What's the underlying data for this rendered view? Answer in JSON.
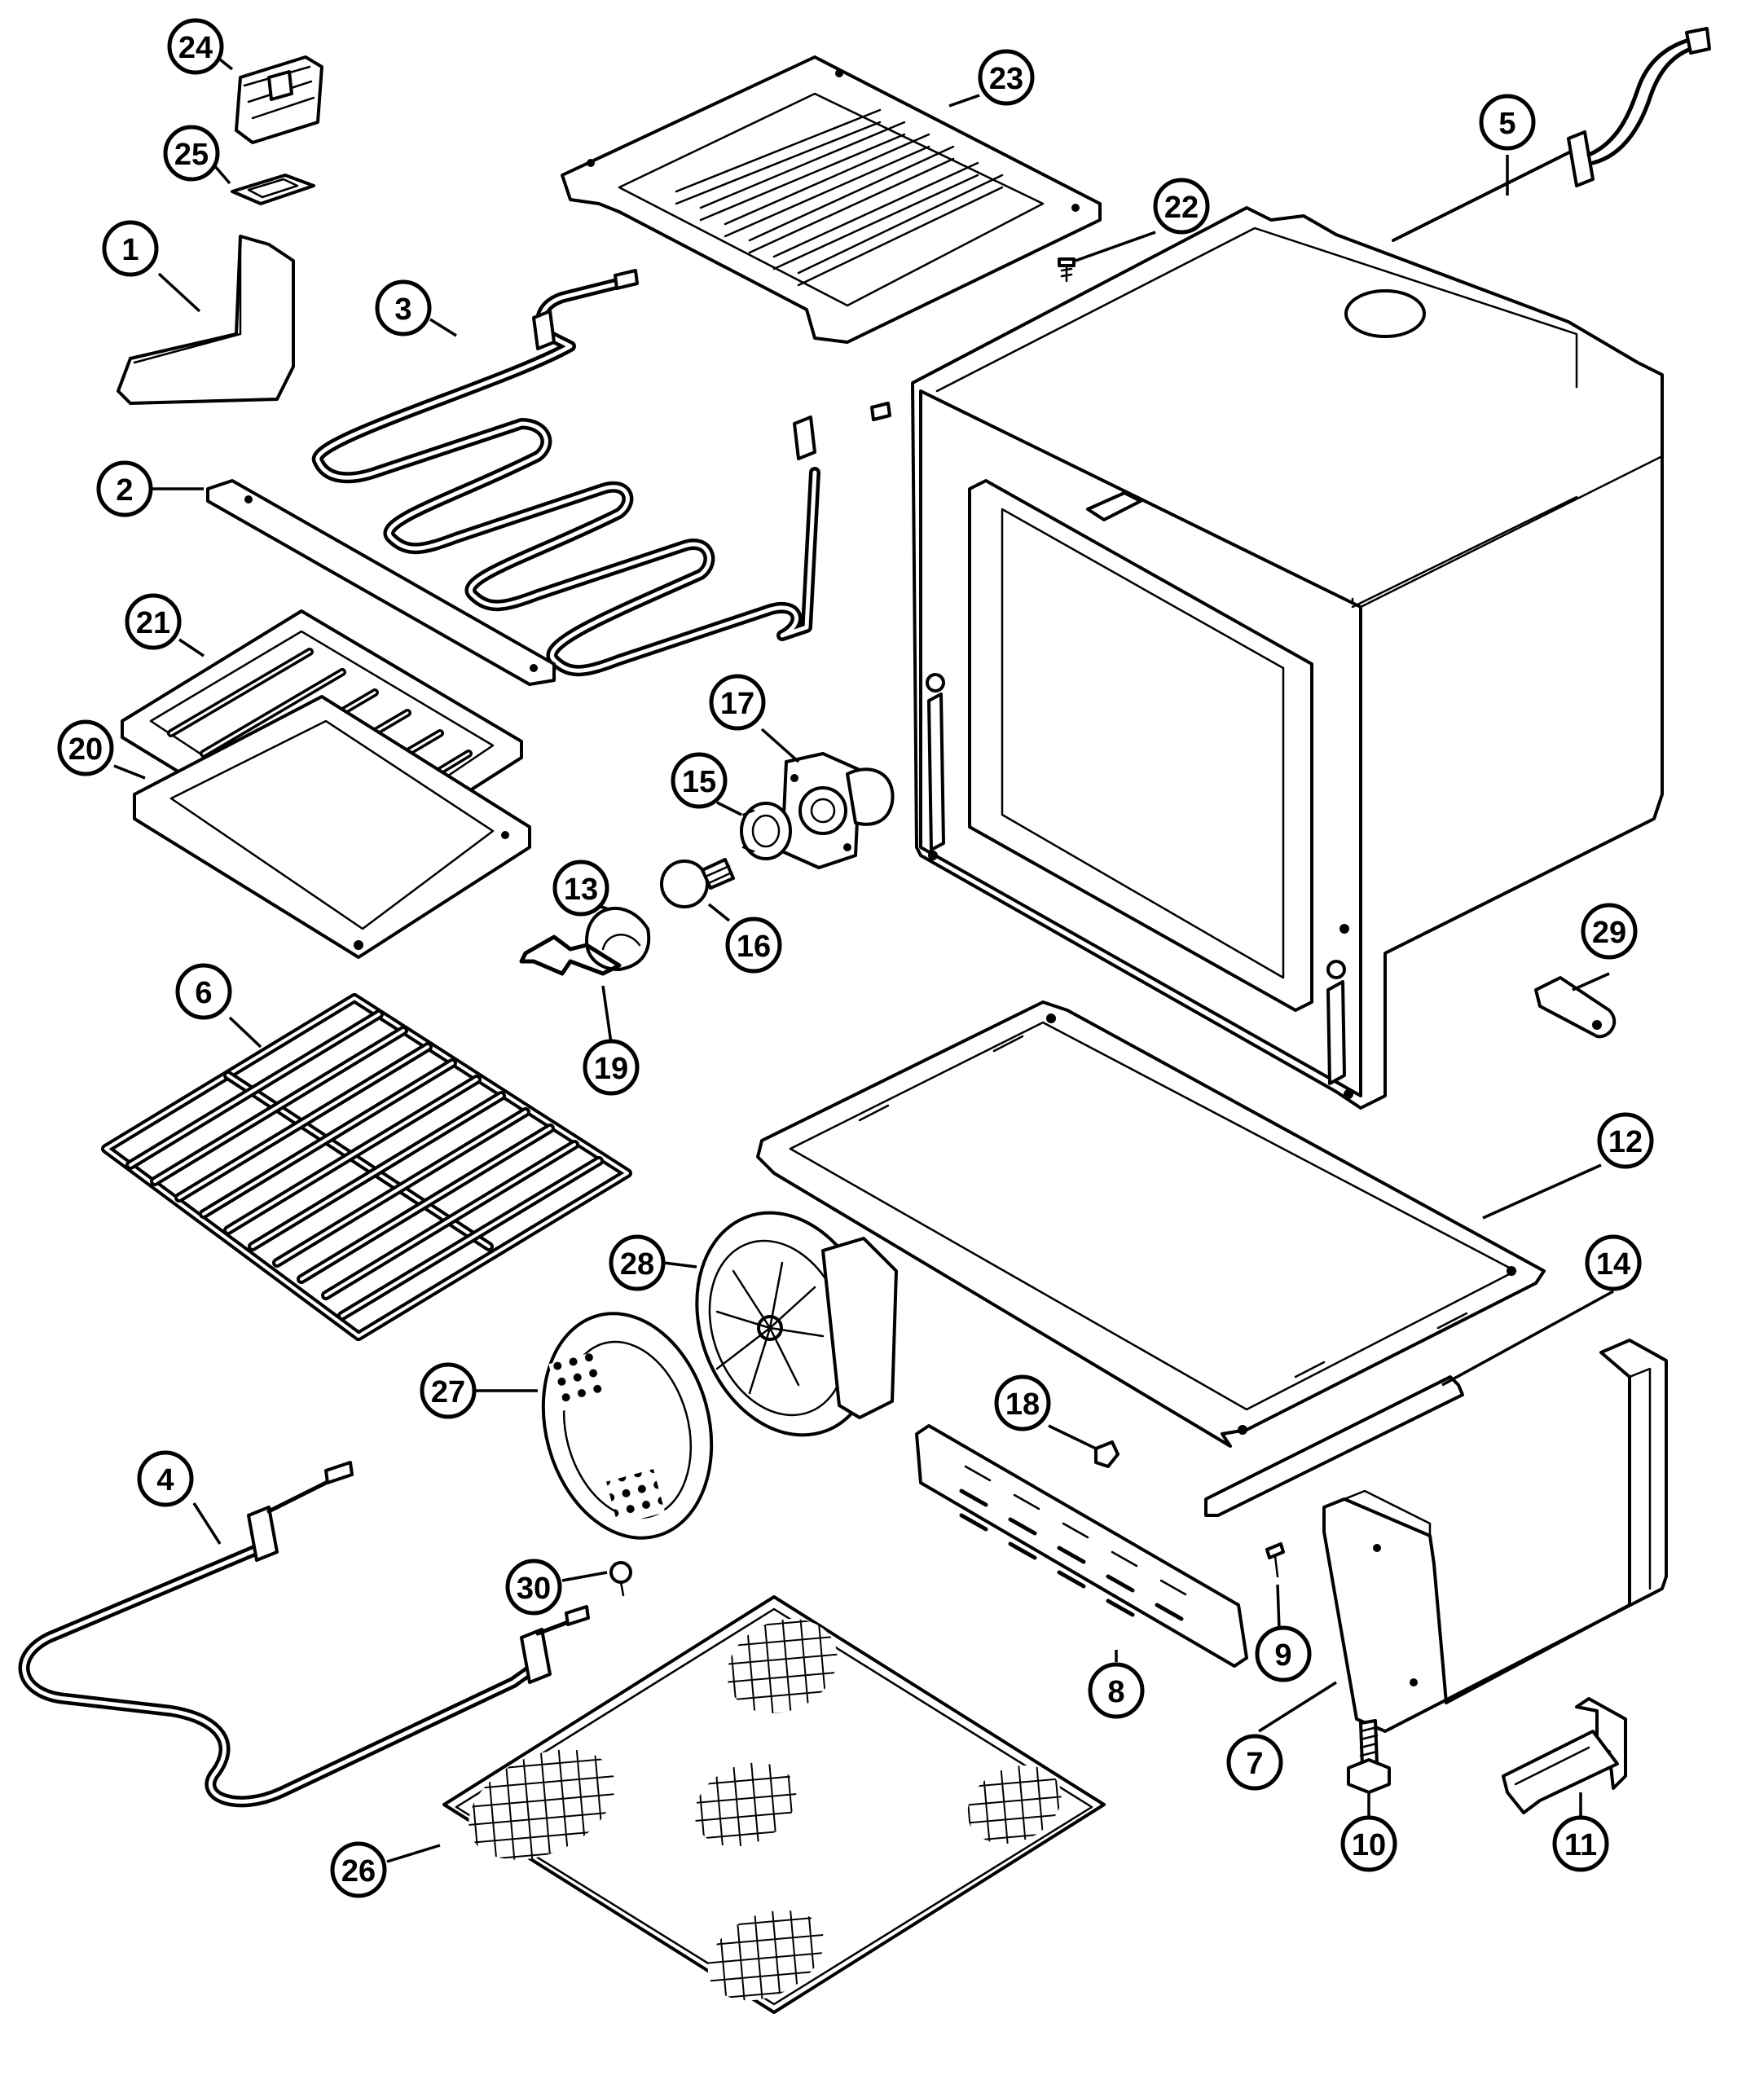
{
  "diagram": {
    "callouts": [
      {
        "id": "1",
        "label": "1"
      },
      {
        "id": "2",
        "label": "2"
      },
      {
        "id": "3",
        "label": "3"
      },
      {
        "id": "4",
        "label": "4"
      },
      {
        "id": "5",
        "label": "5"
      },
      {
        "id": "6",
        "label": "6"
      },
      {
        "id": "7",
        "label": "7"
      },
      {
        "id": "8",
        "label": "8"
      },
      {
        "id": "9",
        "label": "9"
      },
      {
        "id": "10",
        "label": "10"
      },
      {
        "id": "11",
        "label": "11"
      },
      {
        "id": "12",
        "label": "12"
      },
      {
        "id": "13",
        "label": "13"
      },
      {
        "id": "14",
        "label": "14"
      },
      {
        "id": "15",
        "label": "15"
      },
      {
        "id": "16",
        "label": "16"
      },
      {
        "id": "17",
        "label": "17"
      },
      {
        "id": "18",
        "label": "18"
      },
      {
        "id": "19",
        "label": "19"
      },
      {
        "id": "20",
        "label": "20"
      },
      {
        "id": "21",
        "label": "21"
      },
      {
        "id": "22",
        "label": "22"
      },
      {
        "id": "23",
        "label": "23"
      },
      {
        "id": "24",
        "label": "24"
      },
      {
        "id": "25",
        "label": "25"
      },
      {
        "id": "26",
        "label": "26"
      },
      {
        "id": "27",
        "label": "27"
      },
      {
        "id": "28",
        "label": "28"
      },
      {
        "id": "29",
        "label": "29"
      },
      {
        "id": "30",
        "label": "30"
      }
    ]
  }
}
